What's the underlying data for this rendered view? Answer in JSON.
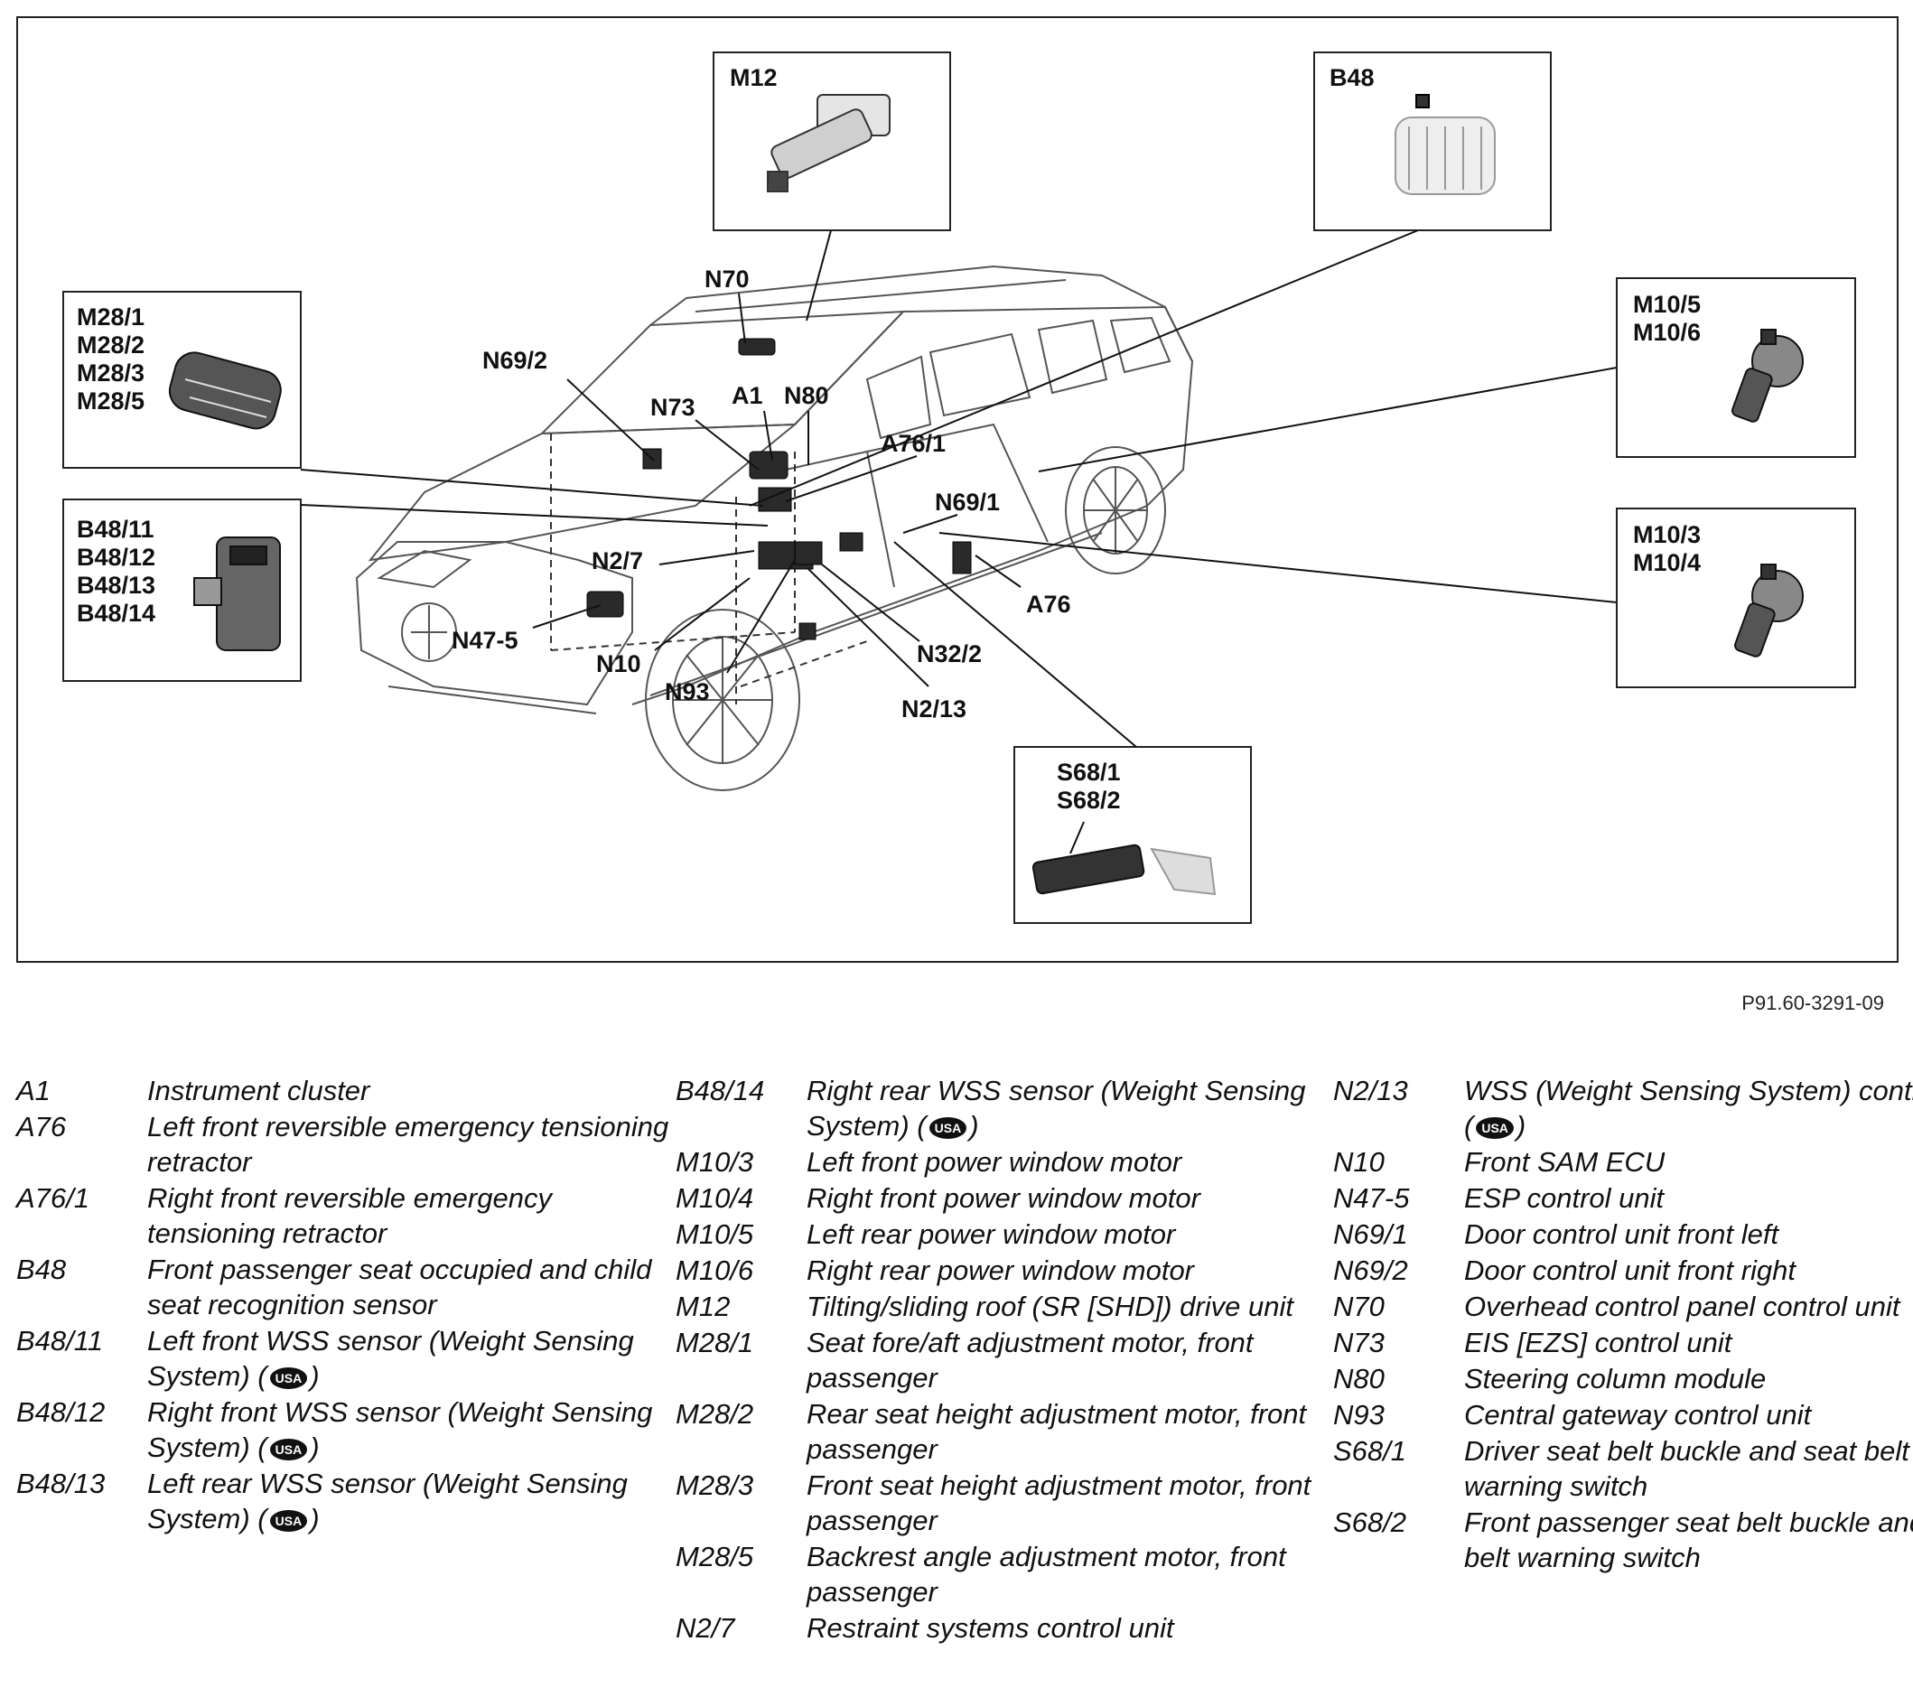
{
  "figure_code": "P91.60-3291-09",
  "callouts": {
    "n70": "N70",
    "n69_2": "N69/2",
    "n73": "N73",
    "a1": "A1",
    "n80": "N80",
    "a76_1": "A76/1",
    "n69_1": "N69/1",
    "n2_7": "N2/7",
    "a76": "A76",
    "n47_5": "N47-5",
    "n10": "N10",
    "n32_2": "N32/2",
    "n93": "N93",
    "n2_13": "N2/13"
  },
  "insets": {
    "m12": [
      "M12"
    ],
    "b48": [
      "B48"
    ],
    "m28": [
      "M28/1",
      "M28/2",
      "M28/3",
      "M28/5"
    ],
    "b48_group": [
      "B48/11",
      "B48/12",
      "B48/13",
      "B48/14"
    ],
    "m10_rear": [
      "M10/5",
      "M10/6"
    ],
    "m10_front": [
      "M10/3",
      "M10/4"
    ],
    "s68": [
      "S68/1",
      "S68/2"
    ]
  },
  "legend": {
    "usa_badge": "USA",
    "columns": [
      [
        {
          "code": "A1",
          "desc": "Instrument cluster"
        },
        {
          "code": "A76",
          "desc": "Left front reversible emergency tensioning retractor"
        },
        {
          "code": "A76/1",
          "desc": "Right front reversible emergency tensioning retractor"
        },
        {
          "code": "B48",
          "desc": "Front passenger seat occupied and child seat recognition sensor"
        },
        {
          "code": "B48/11",
          "desc": "Left front WSS sensor (Weight Sensing  System) (",
          "usa": true,
          "tail": ")"
        },
        {
          "code": "B48/12",
          "desc": "Right front WSS sensor (Weight Sensing System) (",
          "usa": true,
          "tail": ")"
        },
        {
          "code": "B48/13",
          "desc": "Left rear WSS sensor (Weight Sensing System) (",
          "usa": true,
          "tail": ")"
        }
      ],
      [
        {
          "code": "B48/14",
          "desc": "Right rear WSS sensor (Weight Sensing System) (",
          "usa": true,
          "tail": ")"
        },
        {
          "code": "M10/3",
          "desc": "Left front power window motor"
        },
        {
          "code": "M10/4",
          "desc": "Right front power window motor"
        },
        {
          "code": "M10/5",
          "desc": "Left rear power window motor"
        },
        {
          "code": "M10/6",
          "desc": "Right rear power window motor"
        },
        {
          "code": "M12",
          "desc": "Tilting/sliding roof (SR [SHD]) drive unit"
        },
        {
          "code": "M28/1",
          "desc": "Seat fore/aft adjustment motor, front passenger"
        },
        {
          "code": "M28/2",
          "desc": "Rear seat height adjustment motor, front passenger"
        },
        {
          "code": "M28/3",
          "desc": "Front seat height adjustment motor, front passenger"
        },
        {
          "code": "M28/5",
          "desc": "Backrest angle adjustment motor, front passenger"
        },
        {
          "code": "N2/7",
          "desc": "Restraint systems control unit"
        }
      ],
      [
        {
          "code": "N2/13",
          "desc": "WSS (Weight Sensing System) control unit (",
          "usa": true,
          "tail": ")"
        },
        {
          "code": "N10",
          "desc": "Front SAM ECU"
        },
        {
          "code": "N47-5",
          "desc": "ESP control unit"
        },
        {
          "code": "N69/1",
          "desc": "Door control unit front left"
        },
        {
          "code": "N69/2",
          "desc": "Door control unit front right"
        },
        {
          "code": "N70",
          "desc": "Overhead control panel control unit"
        },
        {
          "code": "N73",
          "desc": "EIS [EZS] control unit"
        },
        {
          "code": "N80",
          "desc": "Steering column module"
        },
        {
          "code": "N93",
          "desc": "Central gateway control unit"
        },
        {
          "code": "S68/1",
          "desc": "Driver seat belt buckle and seat belt warning switch"
        },
        {
          "code": "S68/2",
          "desc": "Front passenger seat belt buckle and seat belt warning switch"
        }
      ]
    ]
  }
}
